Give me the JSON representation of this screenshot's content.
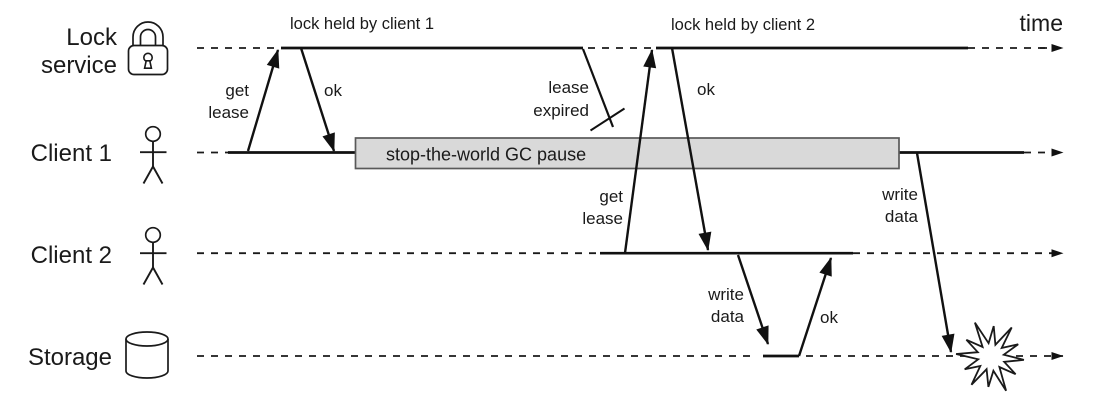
{
  "colors": {
    "ink": "#1a1a1a",
    "gc_fill": "#d9d9d9",
    "gc_border": "#595959",
    "background": "#ffffff"
  },
  "header": {
    "lock_held_1": "lock held by client 1",
    "lock_held_2": "lock held by client 2",
    "time": "time"
  },
  "lanes": [
    {
      "name": "Lock service",
      "label_lines": [
        "Lock",
        "service"
      ],
      "icon": "padlock-icon"
    },
    {
      "name": "Client 1",
      "icon": "person-icon"
    },
    {
      "name": "Client 2",
      "icon": "person-icon"
    },
    {
      "name": "Storage",
      "icon": "database-cylinder-icon"
    }
  ],
  "gc_box": {
    "label": "stop-the-world GC pause"
  },
  "messages": {
    "get_lease_1": [
      "get",
      "lease"
    ],
    "ok_1": "ok",
    "lease_expired": [
      "lease",
      "expired"
    ],
    "get_lease_2": [
      "get",
      "lease"
    ],
    "ok_2": "ok",
    "write_data_c2": [
      "write",
      "data"
    ],
    "ok_3": "ok",
    "write_data_c1": [
      "write",
      "data"
    ]
  },
  "crash": {
    "icon": "explosion-starburst-icon"
  }
}
